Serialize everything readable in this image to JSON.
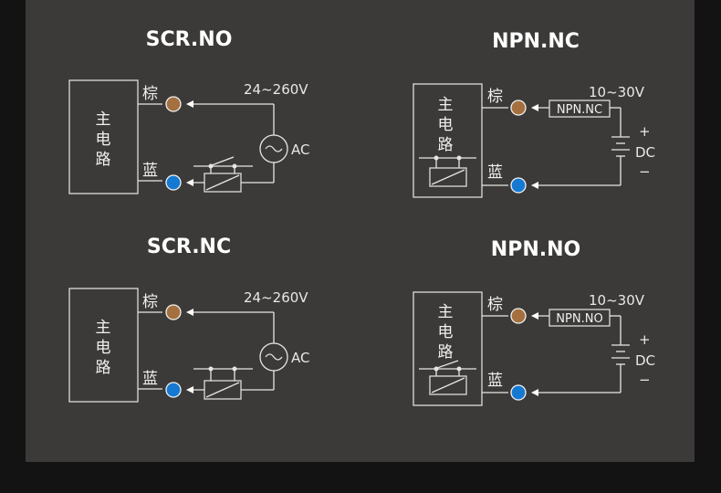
{
  "diagrams": [
    {
      "title": "SCR.NO",
      "circuit": "主\n电\n路",
      "terminal_top": "棕",
      "terminal_bottom": "蓝",
      "voltage": "24~260V",
      "source": "AC"
    },
    {
      "title": "NPN.NC",
      "circuit": "主\n电\n路",
      "terminal_top": "棕",
      "terminal_bottom": "蓝",
      "voltage": "10~30V",
      "load": "NPN.NC",
      "plus": "+",
      "source": "DC",
      "minus": "−"
    },
    {
      "title": "SCR.NC",
      "circuit": "主\n电\n路",
      "terminal_top": "棕",
      "terminal_bottom": "蓝",
      "voltage": "24~260V",
      "source": "AC"
    },
    {
      "title": "NPN.NO",
      "circuit": "主\n电\n路",
      "terminal_top": "棕",
      "terminal_bottom": "蓝",
      "voltage": "10~30V",
      "load": "NPN.NO",
      "plus": "+",
      "source": "DC",
      "minus": "−"
    }
  ],
  "colors": {
    "background": "#131313",
    "panel": "#3c3a38",
    "brown_terminal": "#a5703f",
    "blue_terminal": "#1679d1",
    "line": "#e6e6e6"
  }
}
